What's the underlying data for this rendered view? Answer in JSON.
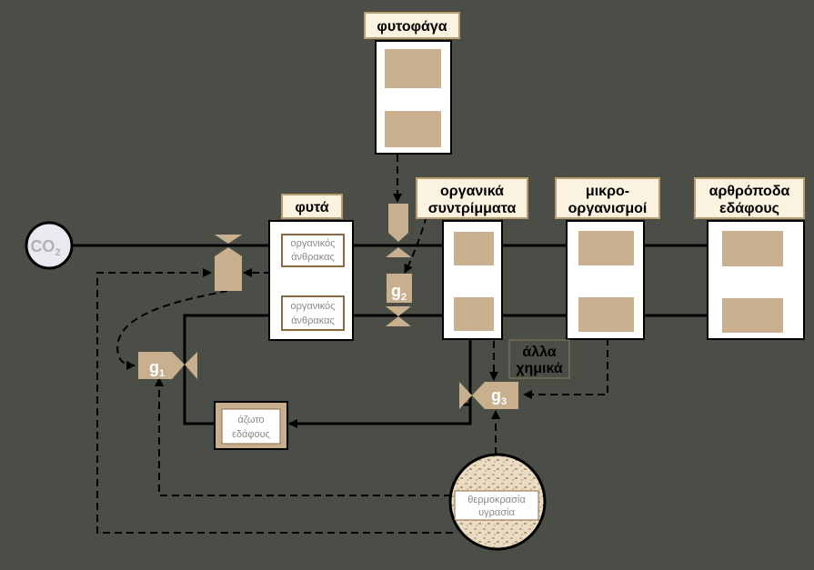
{
  "colors": {
    "background": "#4a4e47",
    "box_fill": "#ffffff",
    "tan": "#c8b08e",
    "label_fill": "#fbf3e0",
    "line": "#000000",
    "small_text": "#8a8a8a"
  },
  "nodes": {
    "co2": {
      "base": "CO",
      "sub": "2"
    },
    "herbivores": {
      "title": "φυτοφάγα"
    },
    "plants": {
      "title": "φυτά",
      "slot1": [
        "οργανικός",
        "άνθρακας"
      ],
      "slot2": [
        "οργανικός",
        "άνθρακας"
      ]
    },
    "organic_debris": {
      "title": [
        "οργανικά",
        "συντρίμματα"
      ]
    },
    "microorganisms": {
      "title": [
        "μικρο-",
        "οργανισμοί"
      ]
    },
    "soil_arthropods": {
      "title": [
        "αρθρόποδα",
        "εδάφους"
      ]
    },
    "other_chemicals": {
      "title": [
        "άλλα",
        "χημικά"
      ]
    },
    "soil_nitrogen": {
      "title": [
        "άζωτο",
        "εδάφους"
      ]
    },
    "climate": {
      "title": [
        "θερμοκρασία",
        "υγρασία"
      ]
    }
  },
  "gates": {
    "g1": {
      "base": "g",
      "sub": "1"
    },
    "g2": {
      "base": "g",
      "sub": "2"
    },
    "g3": {
      "base": "g",
      "sub": "3"
    }
  }
}
